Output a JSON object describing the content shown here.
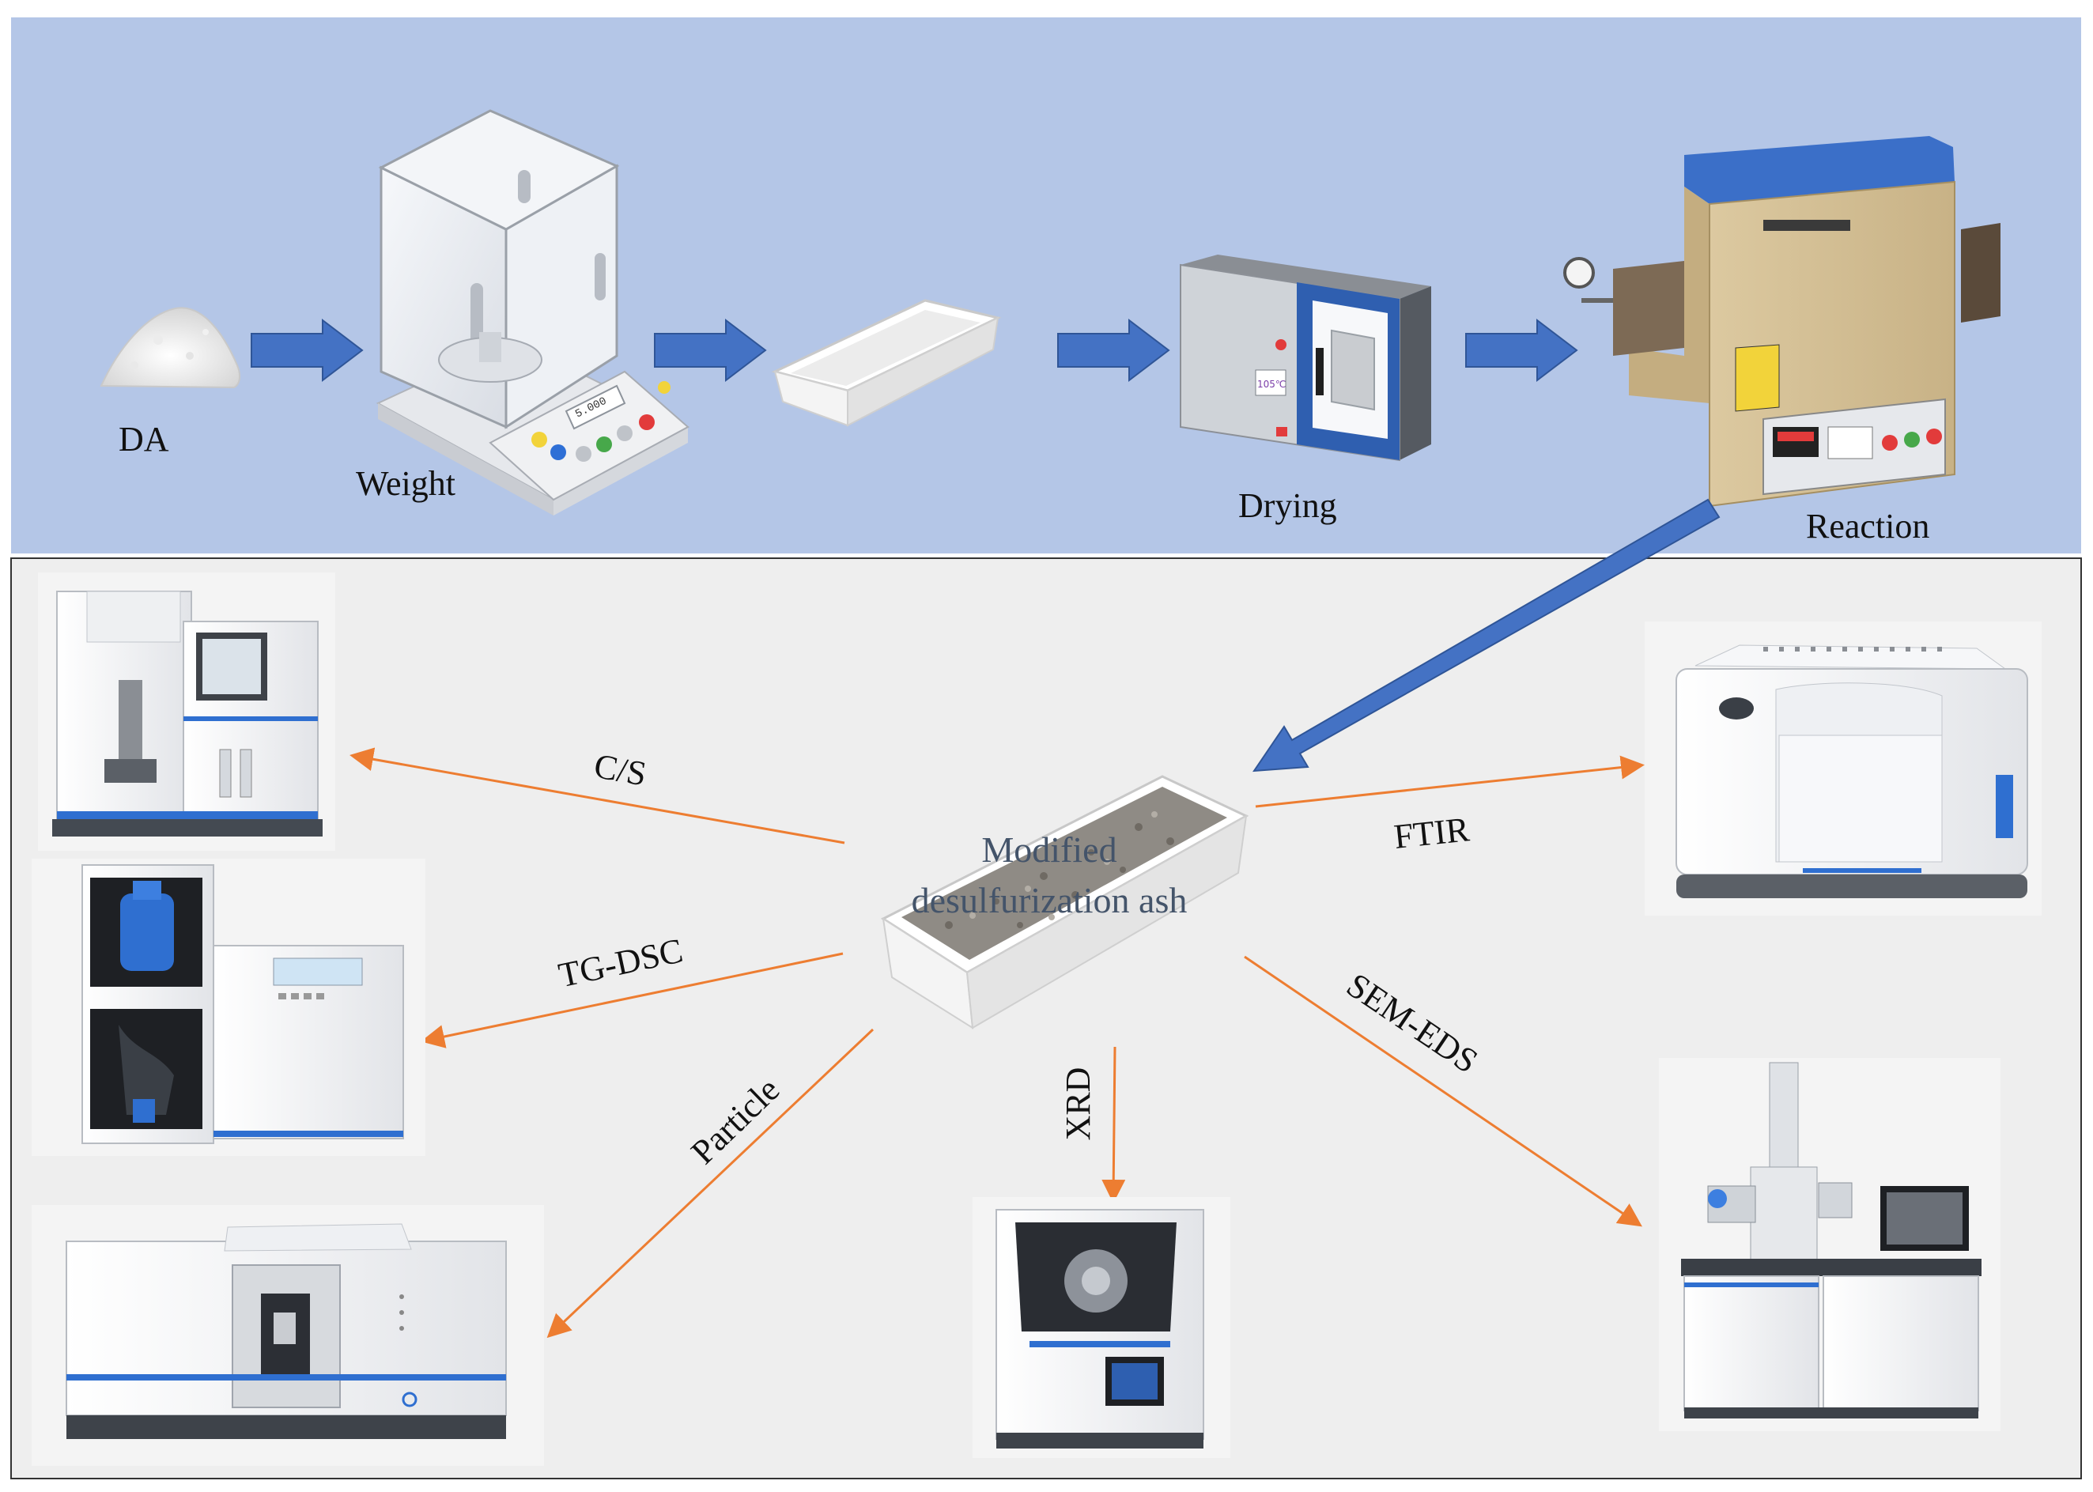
{
  "colors": {
    "top_panel_bg": "#b4c6e7",
    "bottom_panel_bg": "#eeeeee",
    "process_arrow": "#4472c4",
    "process_arrow_stroke": "#2f5597",
    "characterization_arrow": "#ed7d31",
    "center_label": "#44546a"
  },
  "process": {
    "steps": [
      {
        "id": "da",
        "label": "DA",
        "icon": "powder-pile-icon"
      },
      {
        "id": "weight",
        "label": "Weight",
        "icon": "analytical-balance-icon",
        "display": "5.000"
      },
      {
        "id": "crucible",
        "label": "",
        "icon": "crucible-boat-icon"
      },
      {
        "id": "drying",
        "label": "Drying",
        "icon": "drying-oven-icon",
        "display": "105℃"
      },
      {
        "id": "reaction",
        "label": "Reaction",
        "icon": "tube-furnace-icon"
      }
    ]
  },
  "center": {
    "line1": "Modified",
    "line2": "desulfurization ash",
    "icon": "ash-filled-crucible-icon"
  },
  "characterization": [
    {
      "id": "cs",
      "label": "C/S",
      "icon": "carbon-sulfur-analyzer-icon"
    },
    {
      "id": "tgdsc",
      "label": "TG-DSC",
      "icon": "thermal-analyzer-icon"
    },
    {
      "id": "particle",
      "label": "Particle",
      "icon": "particle-size-analyzer-icon"
    },
    {
      "id": "xrd",
      "label": "XRD",
      "icon": "xrd-diffractometer-icon"
    },
    {
      "id": "semeds",
      "label": "SEM-EDS",
      "icon": "electron-microscope-icon"
    },
    {
      "id": "ftir",
      "label": "FTIR",
      "icon": "ftir-spectrometer-icon"
    }
  ]
}
